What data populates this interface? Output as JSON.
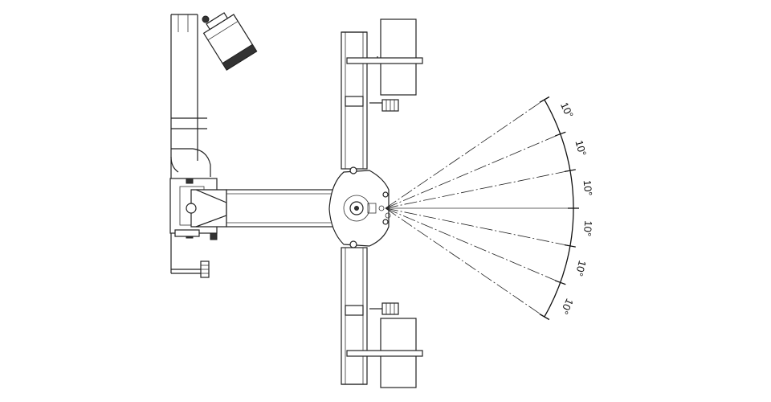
{
  "diagram": {
    "angle_labels": [
      "10°",
      "10°",
      "10°",
      "10°",
      "10°",
      "10°"
    ],
    "ray_count": 7,
    "step_degrees": 10,
    "line_color": "#222222",
    "background_color": "#ffffff"
  }
}
